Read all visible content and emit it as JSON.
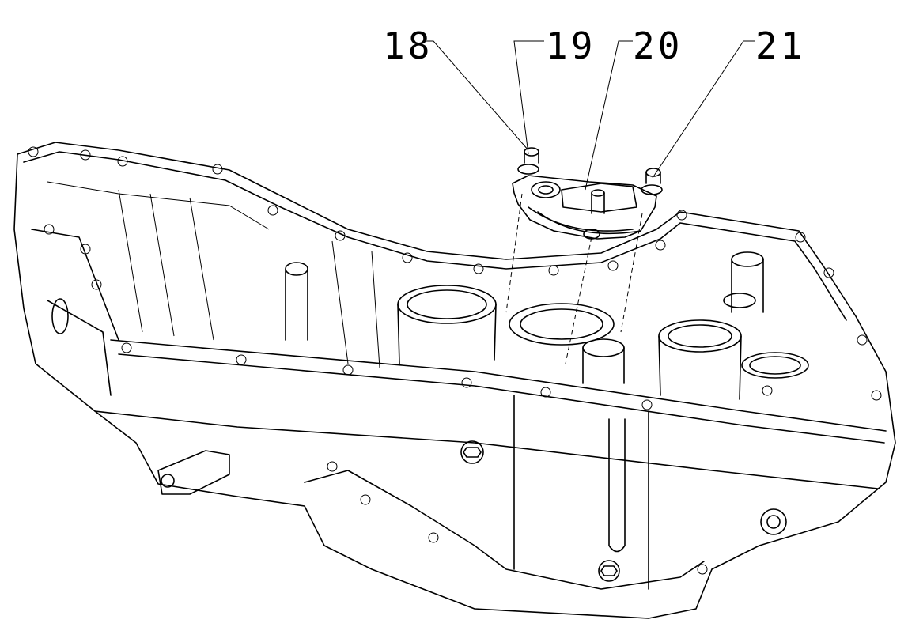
{
  "callouts": [
    {
      "id": "18",
      "label": "18"
    },
    {
      "id": "19",
      "label": "19"
    },
    {
      "id": "20",
      "label": "20"
    },
    {
      "id": "21",
      "label": "21"
    }
  ],
  "colors": {
    "ink": "#000000",
    "paper": "#ffffff"
  }
}
